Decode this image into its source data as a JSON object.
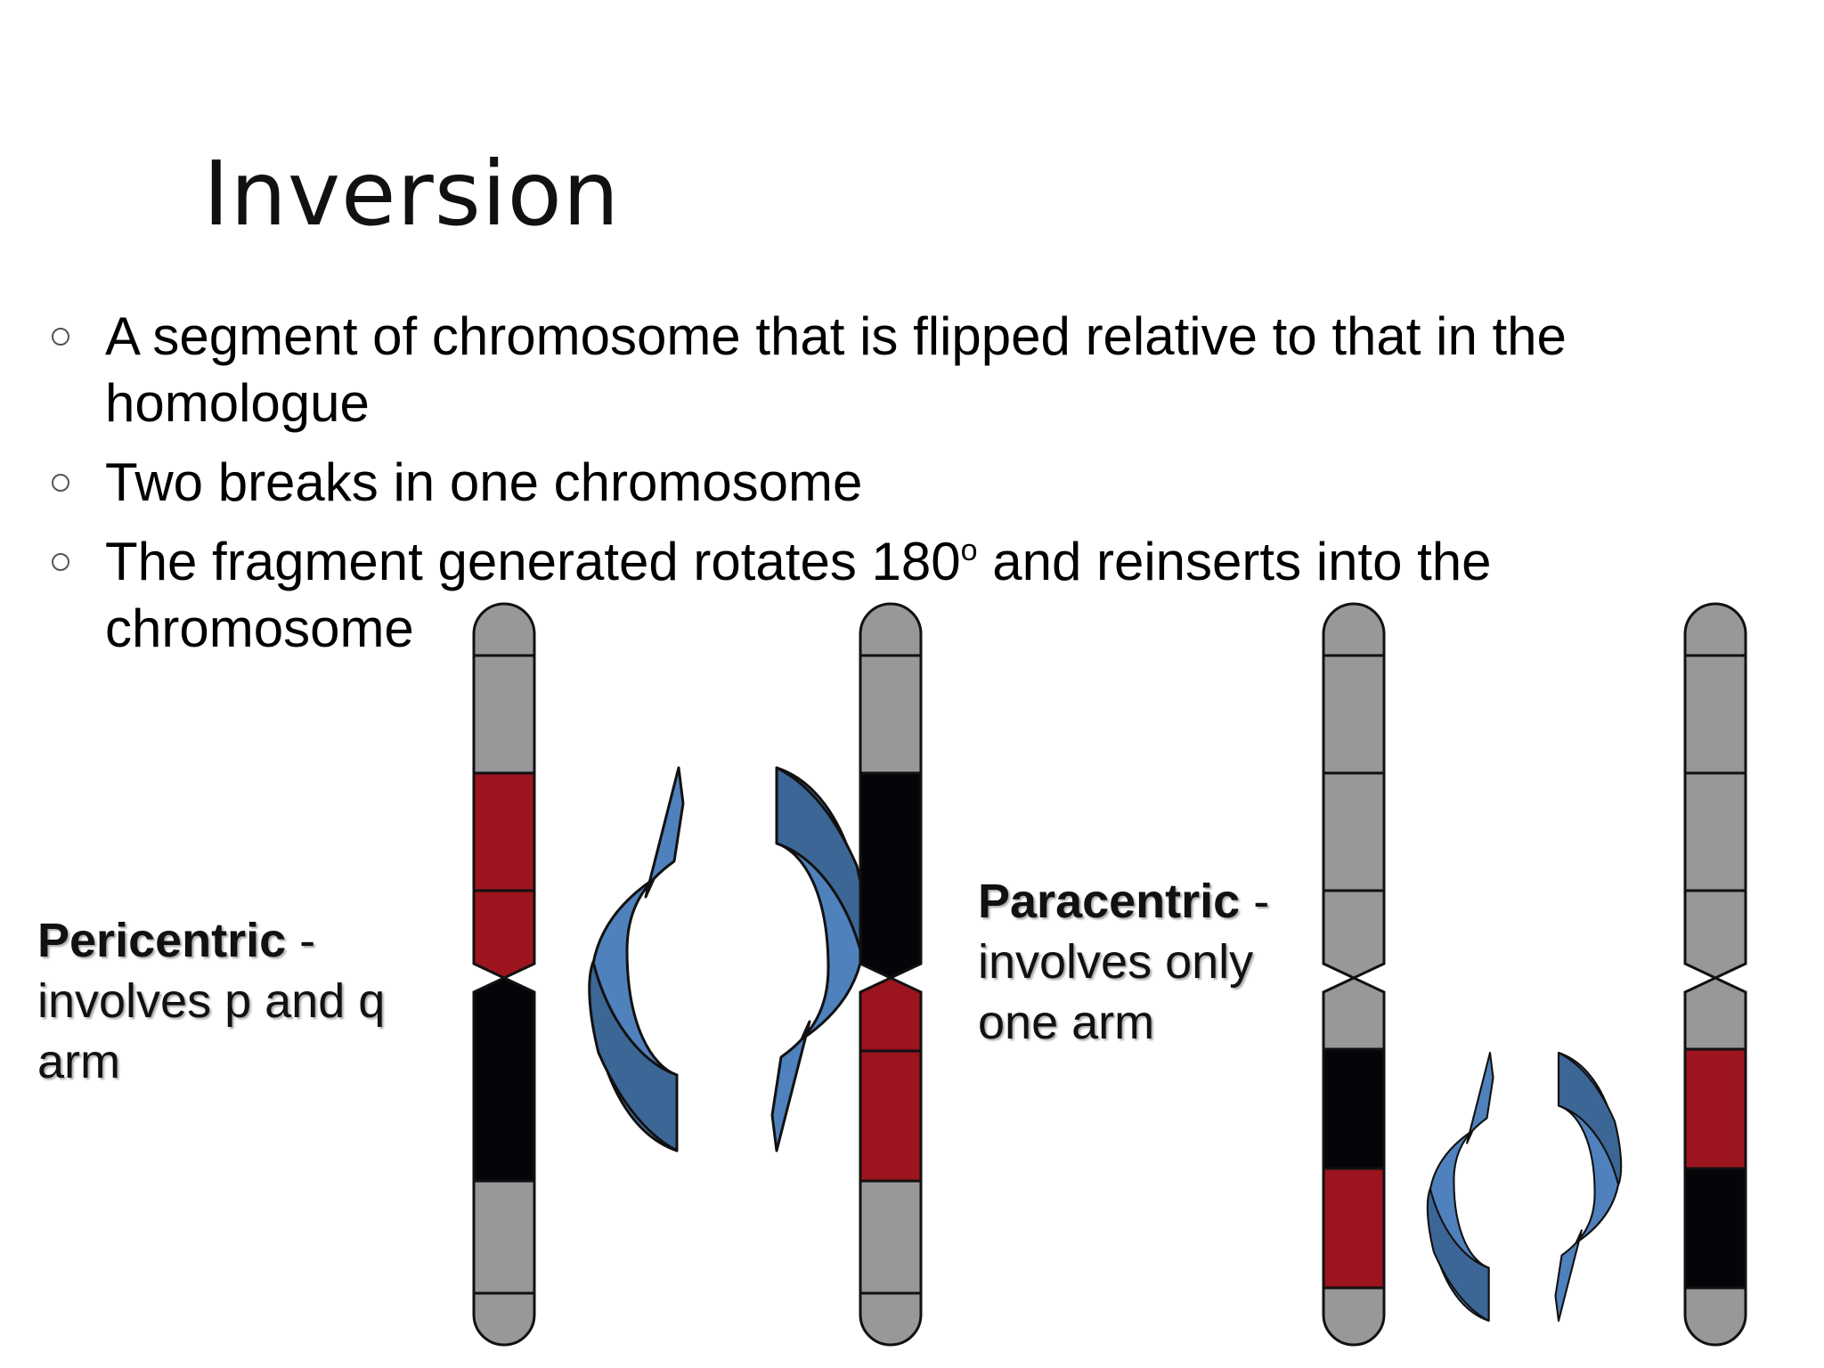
{
  "slide": {
    "title": "Inversion",
    "bullets": [
      {
        "text": "A segment of chromosome that is flipped relative to that in the homologue"
      },
      {
        "text": "Two breaks in one chromosome"
      },
      {
        "text_before": "The fragment generated rotates 180",
        "superscript": "o",
        "text_after": " and reinserts into the chromosome"
      }
    ]
  },
  "labels": {
    "pericentric": {
      "term": "Pericentric",
      "dash": " -",
      "desc": "involves p and q arm"
    },
    "paracentric": {
      "term": "Paracentric",
      "dash": " -",
      "desc": "involves only one arm"
    }
  },
  "colors": {
    "band_gray": "#98979a",
    "band_red": "#9b141e",
    "band_black": "#060408",
    "outline": "#111111",
    "arrow_light": "#4f81bd",
    "arrow_dark": "#3c6696"
  },
  "icons": {
    "rotation_arrows": "rotation-arrows-icon",
    "bullet": "hollow-circle-bullet"
  }
}
